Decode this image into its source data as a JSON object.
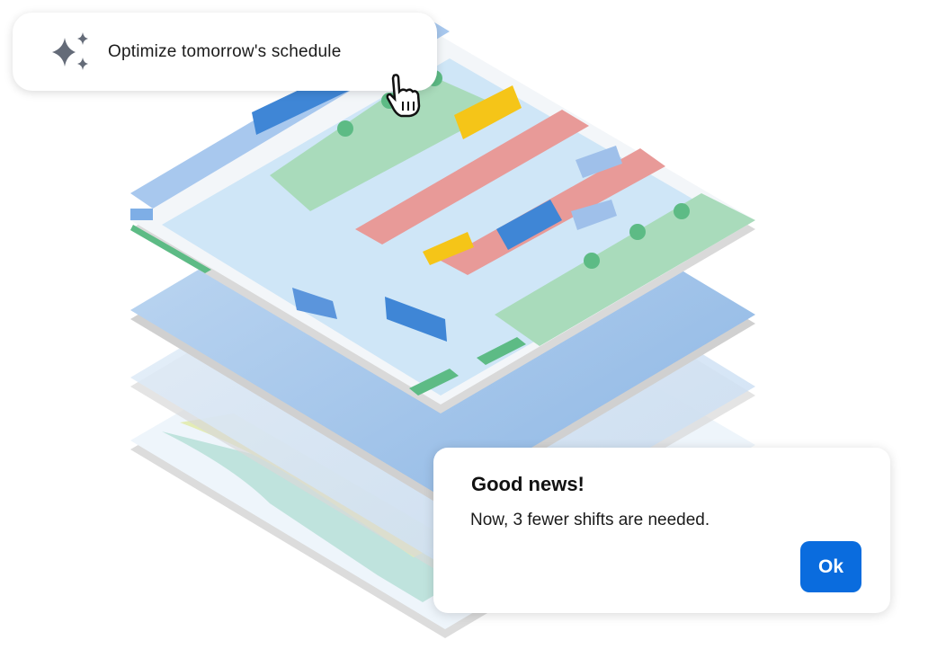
{
  "prompt_card": {
    "icon": "sparkle-icon",
    "label": "Optimize tomorrow's schedule"
  },
  "dialog": {
    "title": "Good news!",
    "message": "Now, 3 fewer shifts are needed.",
    "ok_label": "Ok"
  },
  "colors": {
    "accent": "#0a6cde",
    "bus": "#3f86d6",
    "school_bus": "#f5c518",
    "bus_lane": "#e89a98",
    "park": "#a9dbbb",
    "road": "#cfe6f7"
  }
}
